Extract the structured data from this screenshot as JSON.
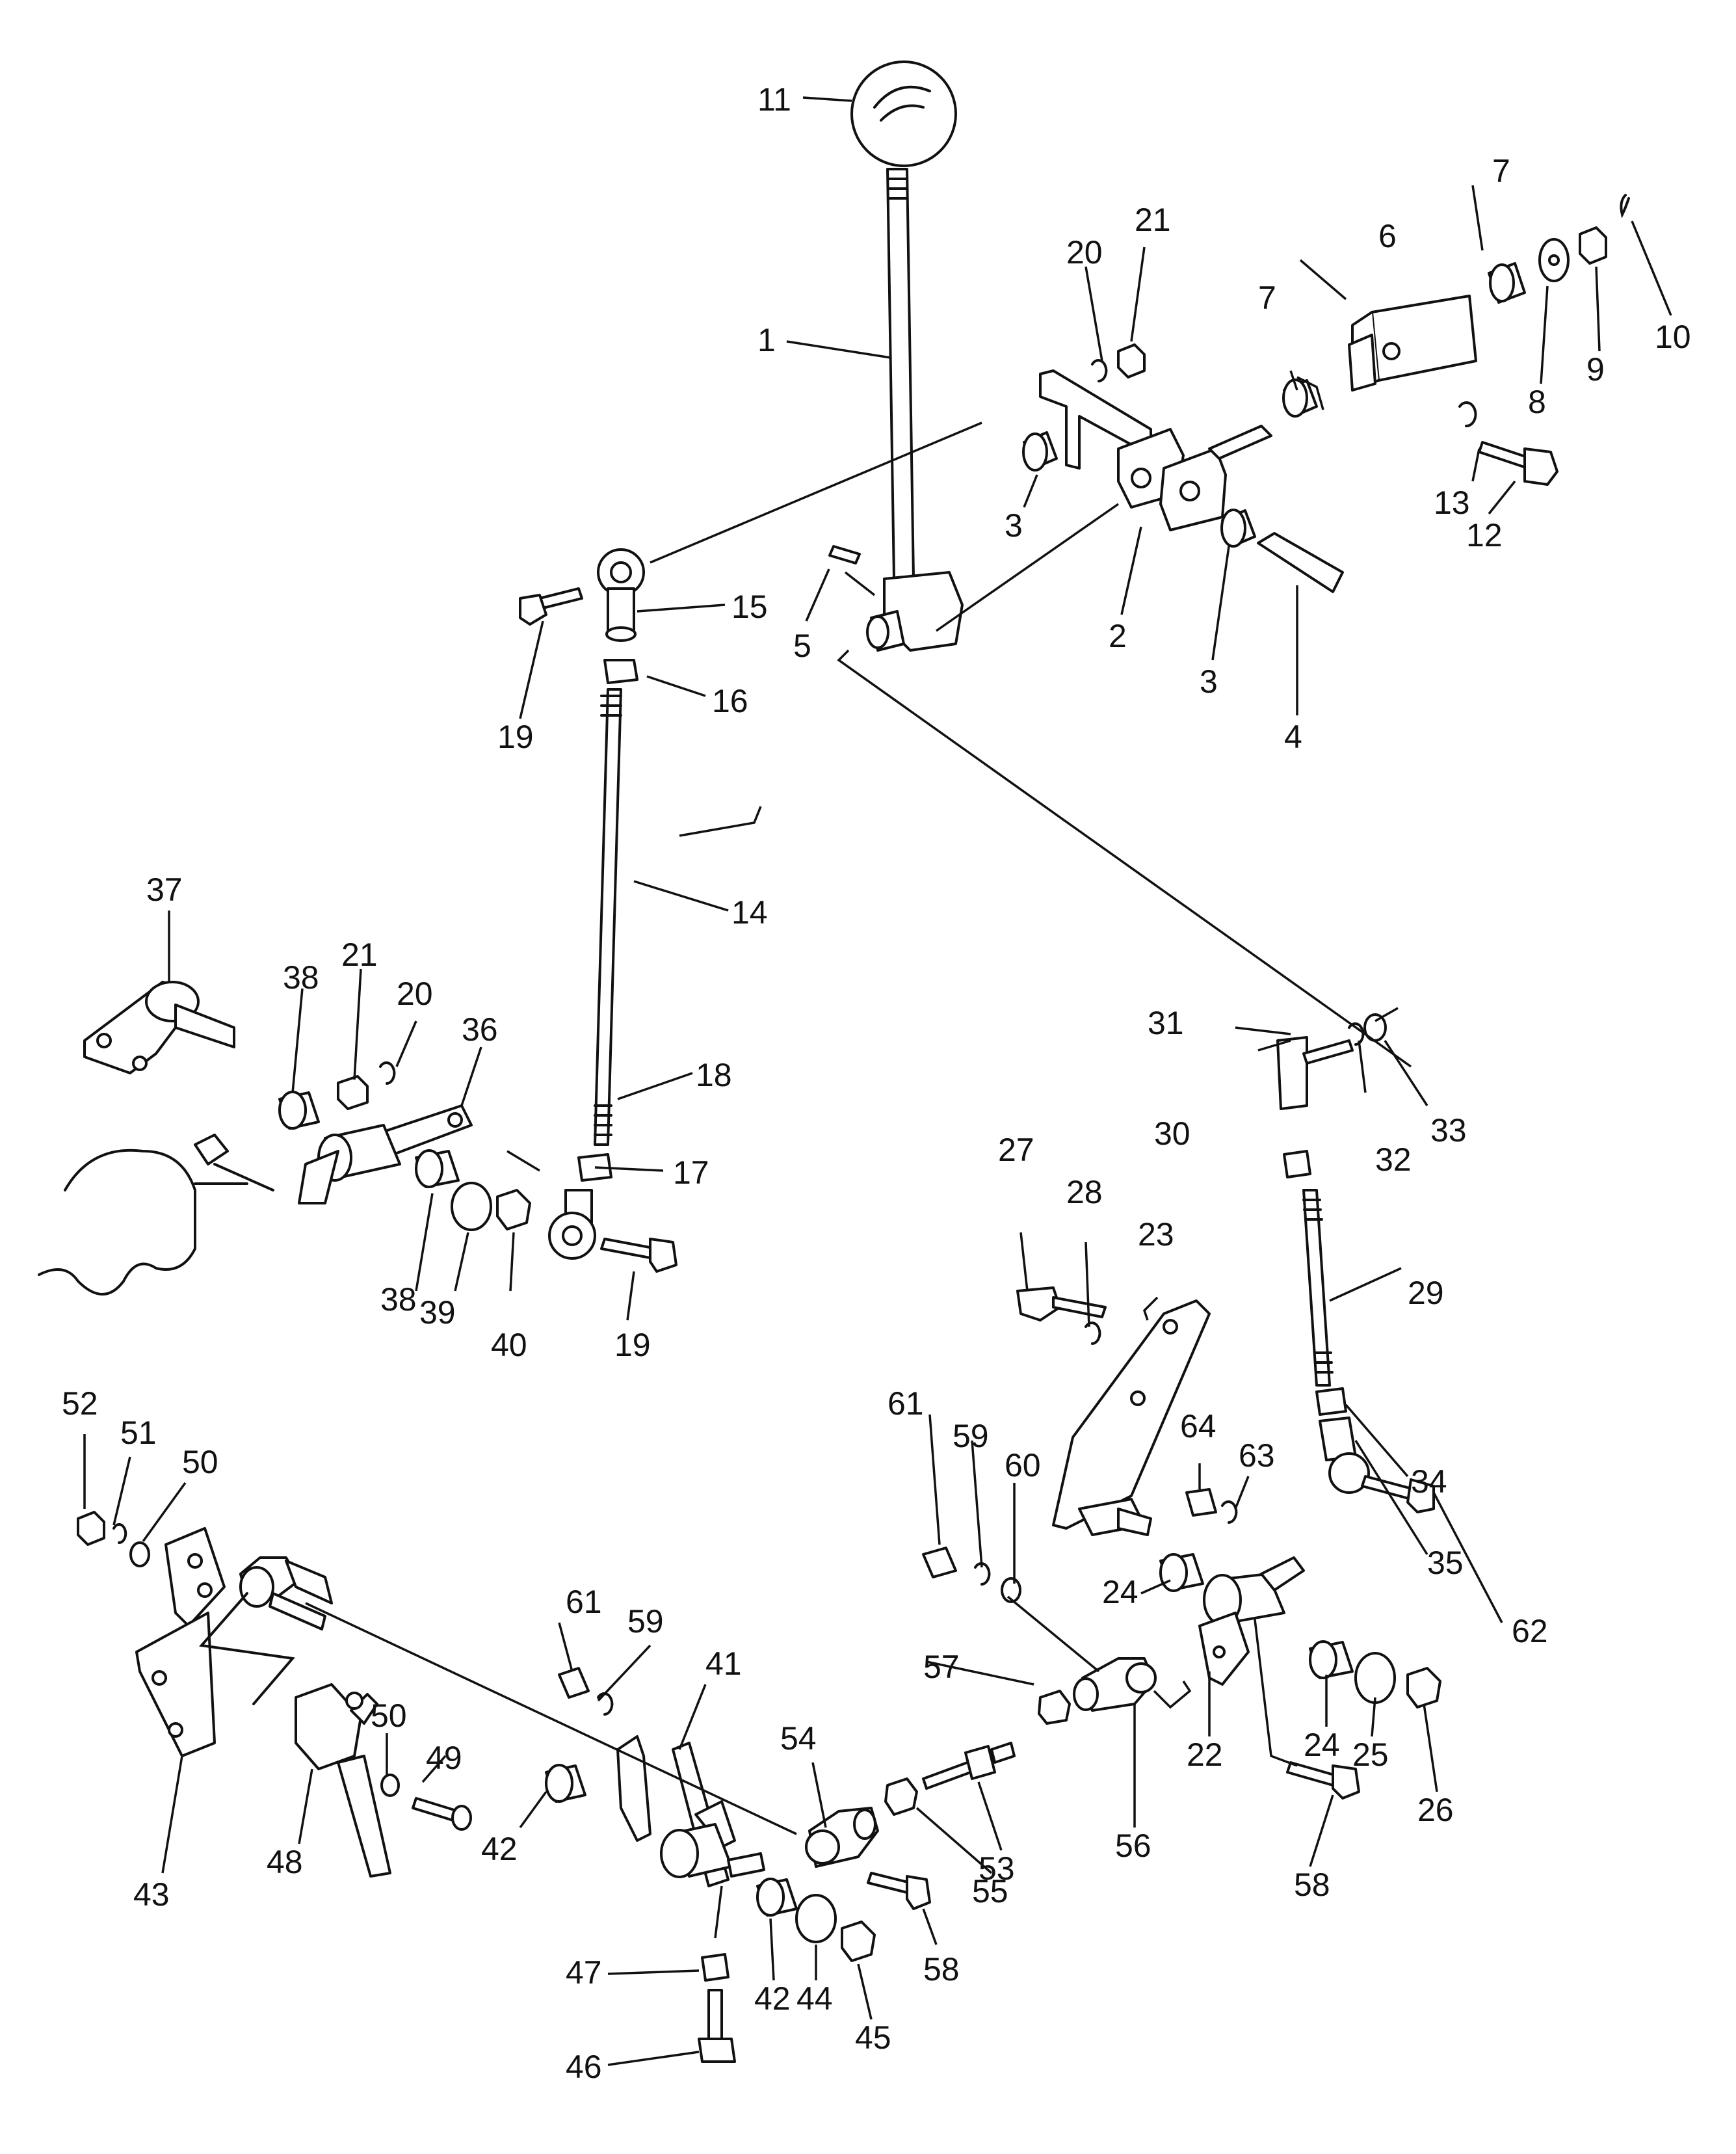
{
  "diagram": {
    "labels": [
      "1",
      "2",
      "3",
      "3",
      "4",
      "5",
      "6",
      "7",
      "7",
      "8",
      "9",
      "10",
      "11",
      "12",
      "13",
      "14",
      "15",
      "16",
      "17",
      "18",
      "19",
      "19",
      "20",
      "20",
      "21",
      "21",
      "22",
      "23",
      "24",
      "24",
      "25",
      "26",
      "27",
      "28",
      "29",
      "30",
      "31",
      "32",
      "33",
      "34",
      "35",
      "36",
      "37",
      "38",
      "38",
      "39",
      "40",
      "41",
      "42",
      "42",
      "43",
      "44",
      "45",
      "46",
      "47",
      "48",
      "49",
      "50",
      "50",
      "51",
      "52",
      "53",
      "54",
      "55",
      "56",
      "57",
      "58",
      "58",
      "59",
      "59",
      "60",
      "61",
      "61",
      "62",
      "63",
      "64"
    ]
  }
}
